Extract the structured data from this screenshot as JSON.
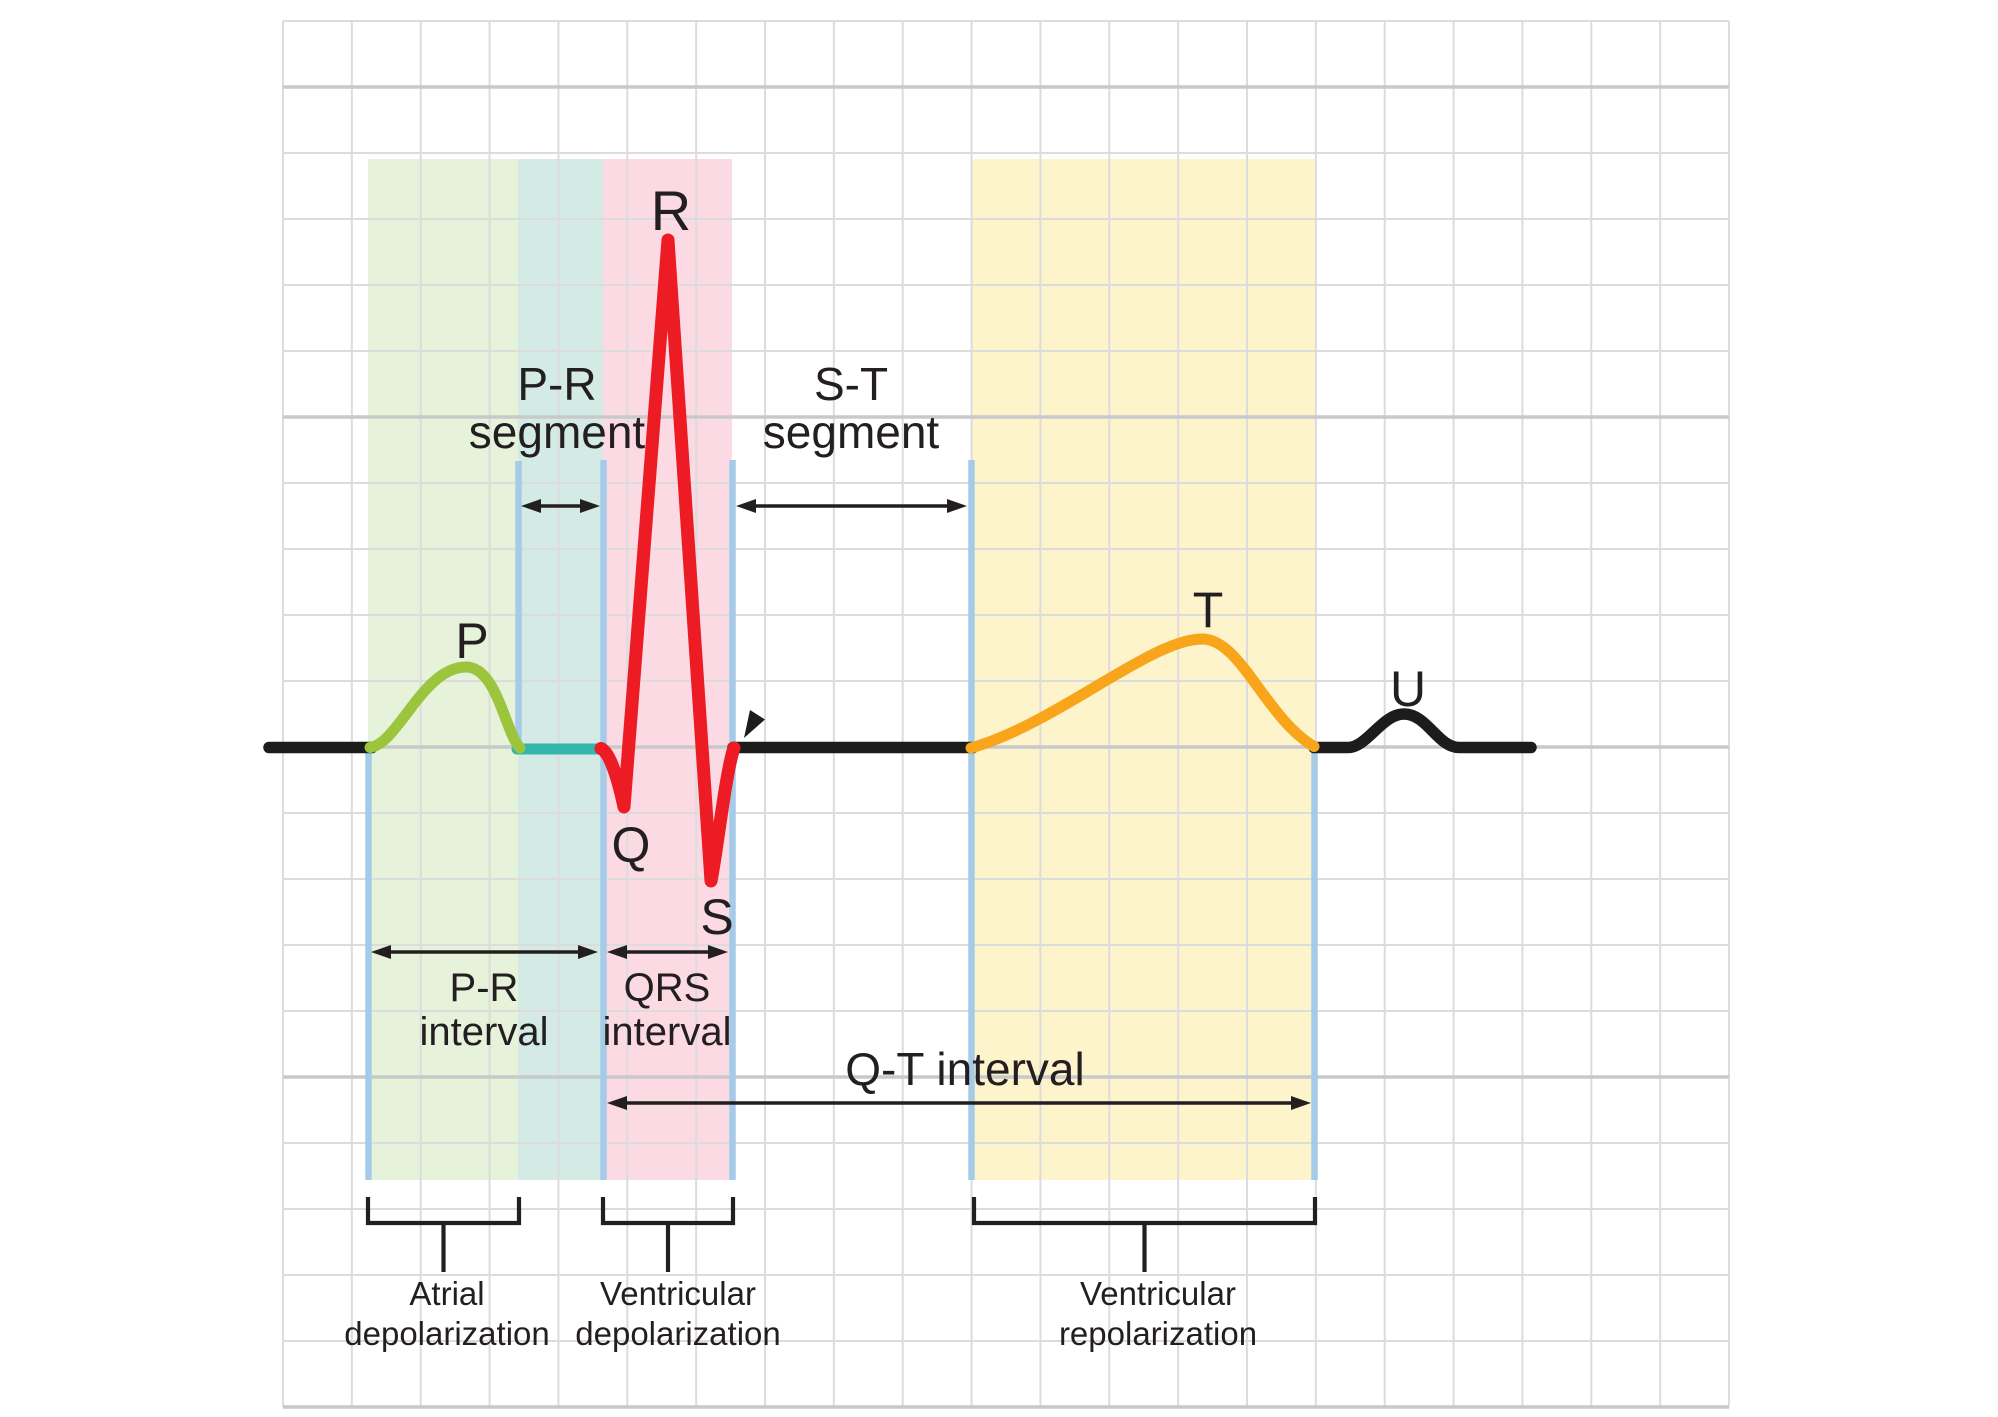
{
  "colors": {
    "background": "#ffffff",
    "grid_thin": "#dcdcdd",
    "grid_thick": "#c8c9cb",
    "band_green": "#e6f2da",
    "band_teal": "#d3eae5",
    "band_pink": "#fbdae3",
    "band_yellow": "#fdf4cc",
    "wave_p_green": "#9cc43d",
    "wave_pr_teal": "#33b7ad",
    "wave_qrs_red": "#ec1b24",
    "wave_t_orange": "#f9a51c",
    "trace_black": "#1c1c1c",
    "tick_blue": "#a6cbe9",
    "text": "#231f20"
  },
  "waves": {
    "p": "P",
    "q": "Q",
    "r": "R",
    "s": "S",
    "t": "T",
    "u": "U"
  },
  "segments": {
    "pr": {
      "line1": "P-R",
      "line2": "segment"
    },
    "st": {
      "line1": "S-T",
      "line2": "segment"
    }
  },
  "intervals": {
    "pr": {
      "line1": "P-R",
      "line2": "interval"
    },
    "qrs": {
      "line1": "QRS",
      "line2": "interval"
    },
    "qt": {
      "label": "Q-T interval"
    }
  },
  "processes": {
    "atrial_depolarization": {
      "line1": "Atrial",
      "line2": "depolarization"
    },
    "ventricular_depolarization": {
      "line1": "Ventricular",
      "line2": "depolarization"
    },
    "ventricular_repolarization": {
      "line1": "Ventricular",
      "line2": "repolarization"
    }
  }
}
